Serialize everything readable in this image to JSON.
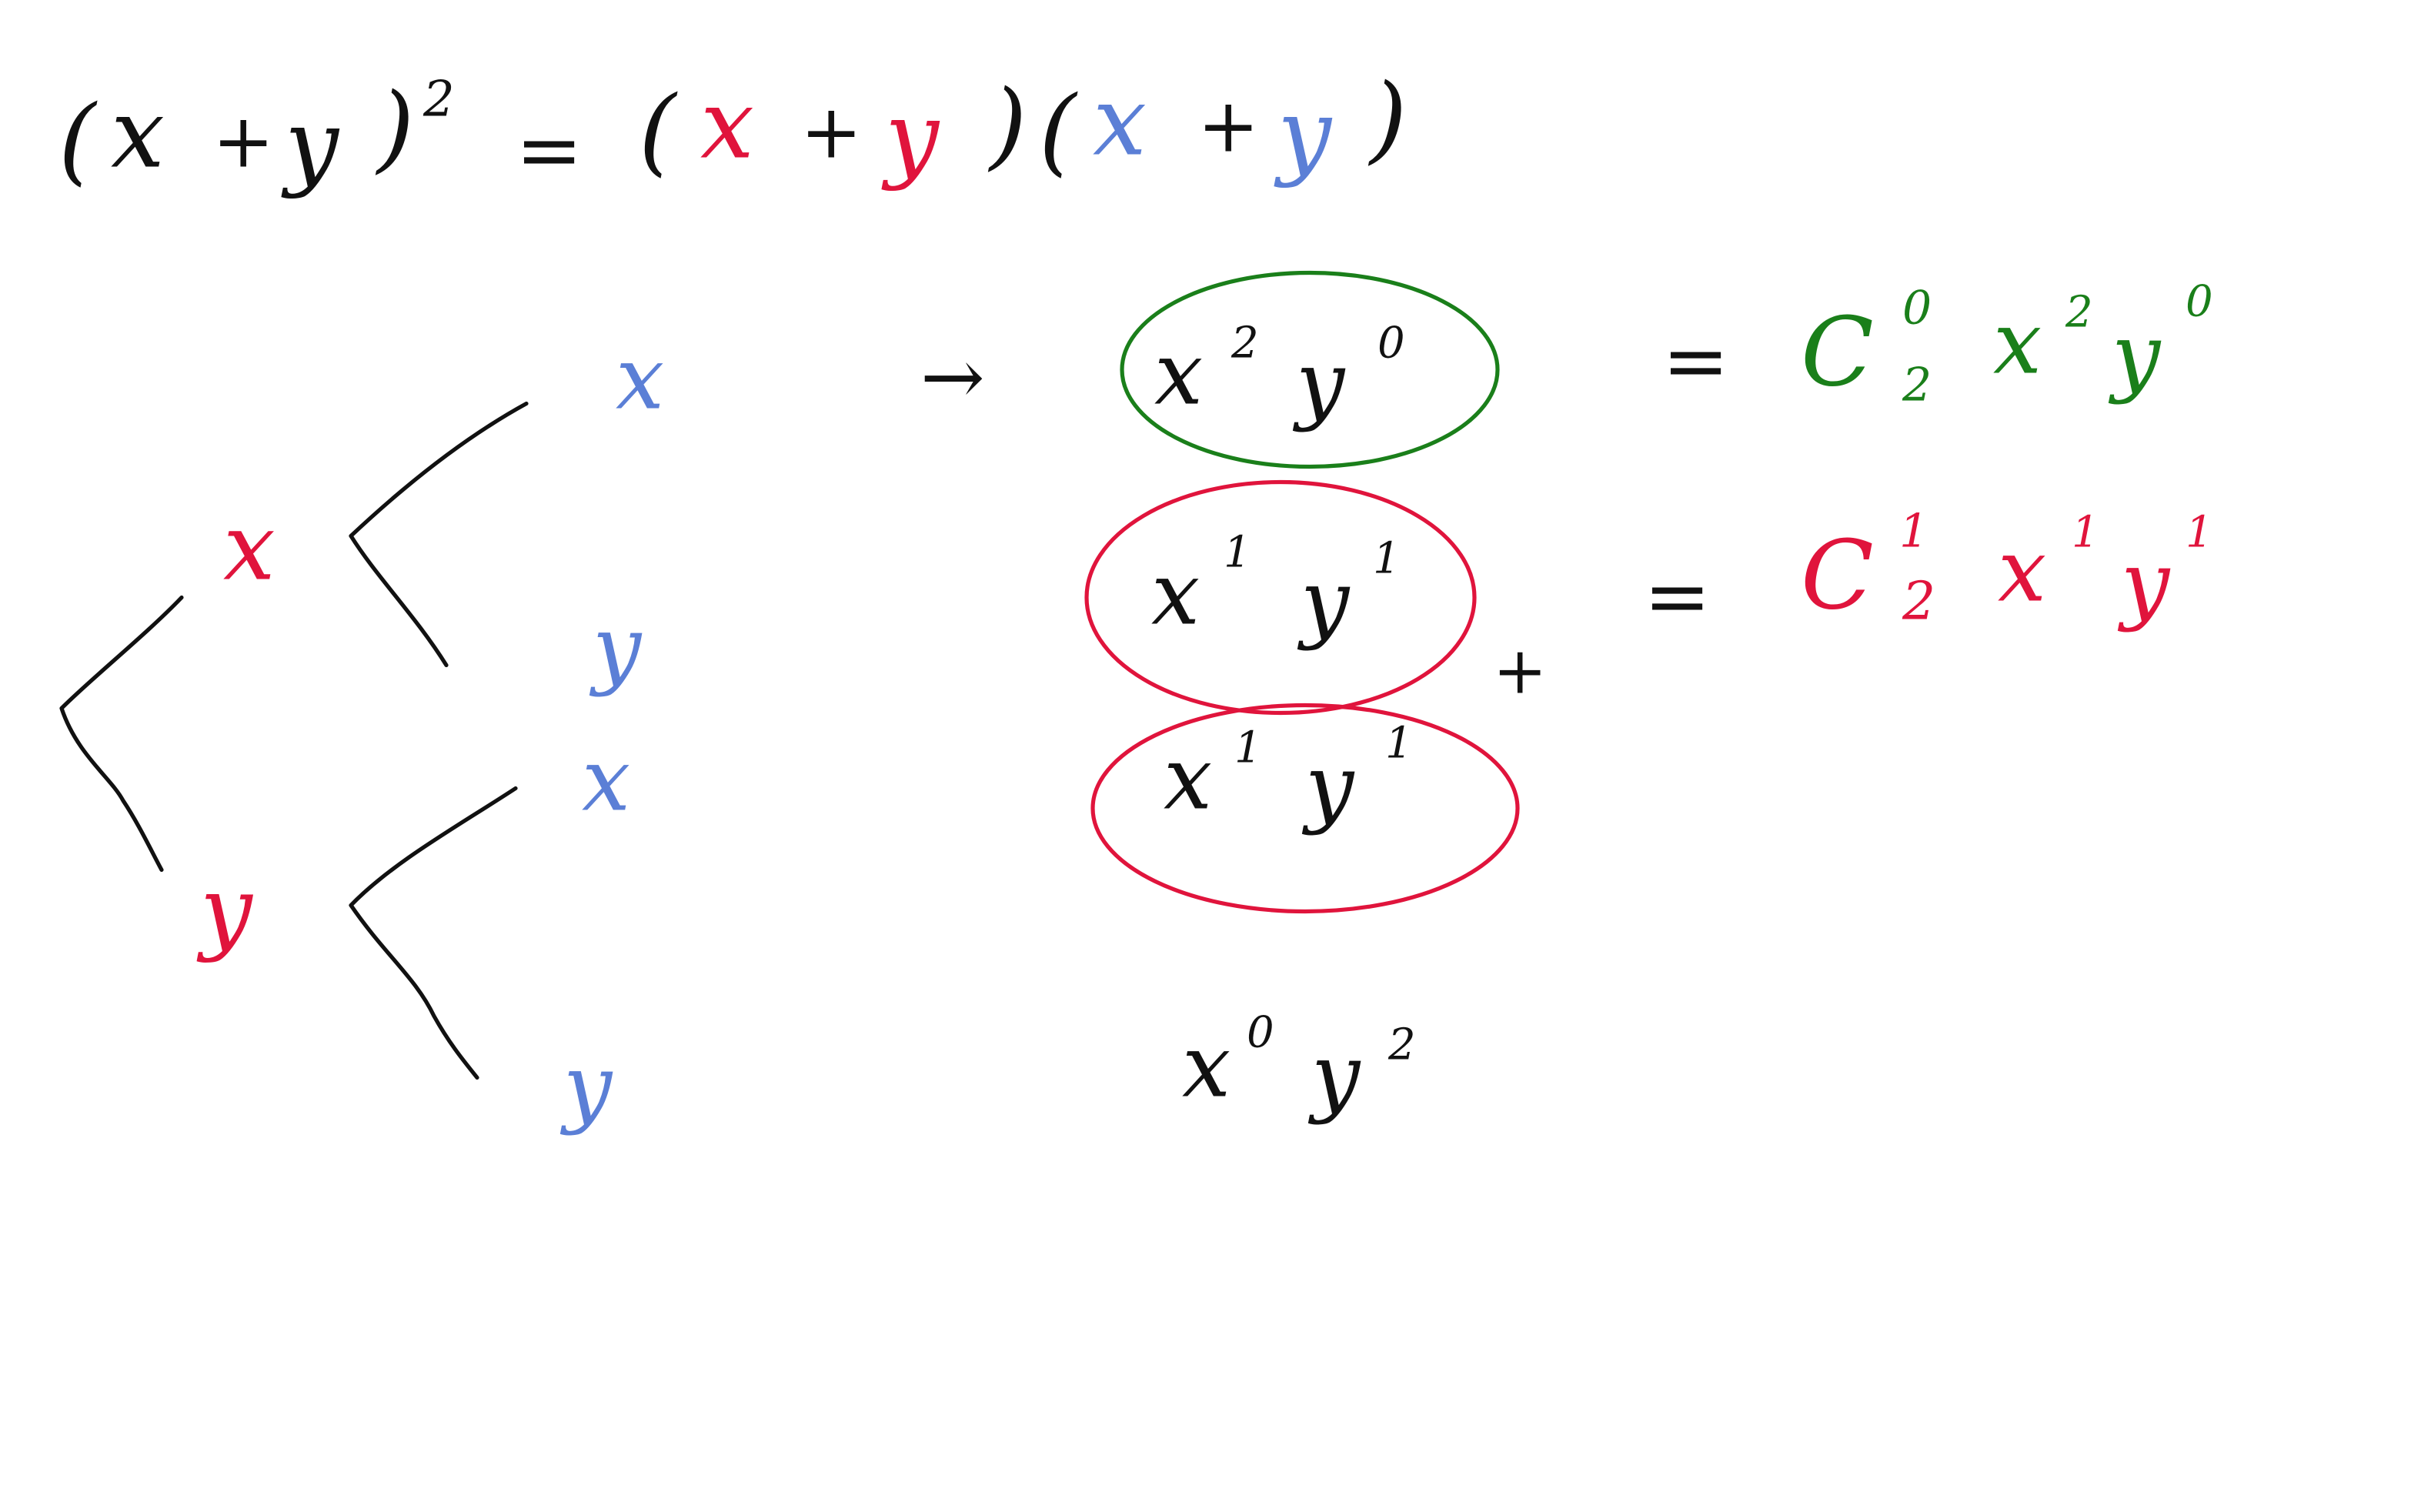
{
  "colors": {
    "black": "#111111",
    "red": "#e0143c",
    "blue": "#5b7fd6",
    "green": "#1a7f1a"
  },
  "equation": {
    "lhs_open": "(",
    "lhs_x": "x",
    "lhs_plus": "+",
    "lhs_y": "y",
    "lhs_close": ")",
    "lhs_exp": "2",
    "equals": "=",
    "f1_open": "(",
    "f1_x": "x",
    "f1_plus": "+",
    "f1_y": "y",
    "f1_close": ")",
    "f2_open": "(",
    "f2_x": "x",
    "f2_plus": "+",
    "f2_y": "y",
    "f2_close": ")"
  },
  "tree": {
    "level1": [
      {
        "label": "x"
      },
      {
        "label": "y"
      }
    ],
    "level2": [
      {
        "label": "x"
      },
      {
        "label": "y"
      },
      {
        "label": "x"
      },
      {
        "label": "y"
      }
    ]
  },
  "arrow": "→",
  "terms": [
    {
      "base1": "x",
      "exp1": "2",
      "base2": "y",
      "exp2": "0"
    },
    {
      "base1": "x",
      "exp1": "1",
      "base2": "y",
      "exp2": "1"
    },
    {
      "base1": "x",
      "exp1": "1",
      "base2": "y",
      "exp2": "1"
    },
    {
      "base1": "x",
      "exp1": "0",
      "base2": "y",
      "exp2": "2"
    }
  ],
  "plus": "+",
  "results": [
    {
      "equals": "=",
      "C": "C",
      "sup": "0",
      "sub": "2",
      "base1": "x",
      "exp1": "2",
      "base2": "y",
      "exp2": "0"
    },
    {
      "equals": "=",
      "C": "C",
      "sup": "1",
      "sub": "2",
      "base1": "x",
      "exp1": "1",
      "base2": "y",
      "exp2": "1"
    }
  ]
}
